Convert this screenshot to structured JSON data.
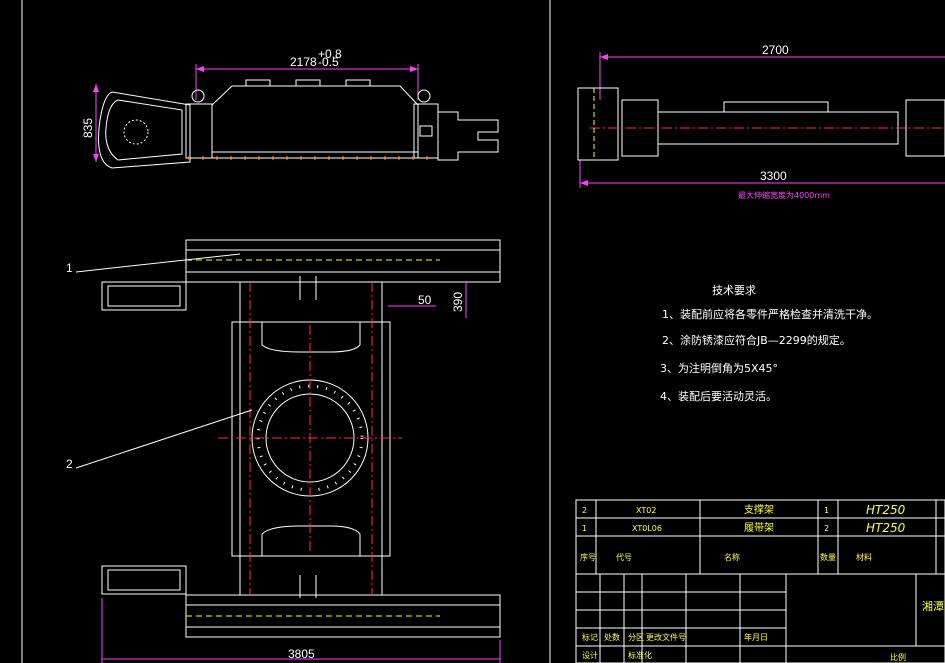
{
  "drawing": {
    "top_view": {
      "width_dim": "2178",
      "tol_upper": "+0.8",
      "tol_lower": "-0.5",
      "height_dim": "835"
    },
    "main_view": {
      "leader_1": "1",
      "leader_2": "2",
      "dim_50": "50",
      "dim_390": "390",
      "dim_3805": "3805"
    },
    "side_view": {
      "dim_2700": "2700",
      "dim_3300": "3300",
      "note": "最大伸缩宽度为4000mm"
    },
    "tech_req": {
      "title": "技术要求",
      "items": [
        "1、装配前应将各零件严格检查并清洗干净。",
        "2、涂防锈漆应符合JB—2299的规定。",
        "3、为注明倒角为5X45°",
        "4、装配后要活动灵活。"
      ]
    },
    "bom": {
      "rows": [
        {
          "no": "2",
          "code": "XT02",
          "name": "支撑架",
          "qty": "1",
          "material": "HT250"
        },
        {
          "no": "1",
          "code": "XT0L06",
          "name": "履带架",
          "qty": "2",
          "material": "HT250"
        }
      ],
      "header": {
        "no": "序号",
        "code": "代号",
        "name": "名称",
        "qty": "数量",
        "material": "材料"
      }
    },
    "title_block": {
      "mark": "标记",
      "count": "处数",
      "zone": "分区",
      "doc": "更改文件号",
      "date": "年月日",
      "design": "设计",
      "standard": "标准化",
      "company": "湘潭",
      "scale": "比例"
    }
  },
  "colors": {
    "outline": "#ffffff",
    "dim": "#ff40ff",
    "center": "#ff3030",
    "hidden": "#ffff00",
    "bolt": "#ff8800"
  }
}
